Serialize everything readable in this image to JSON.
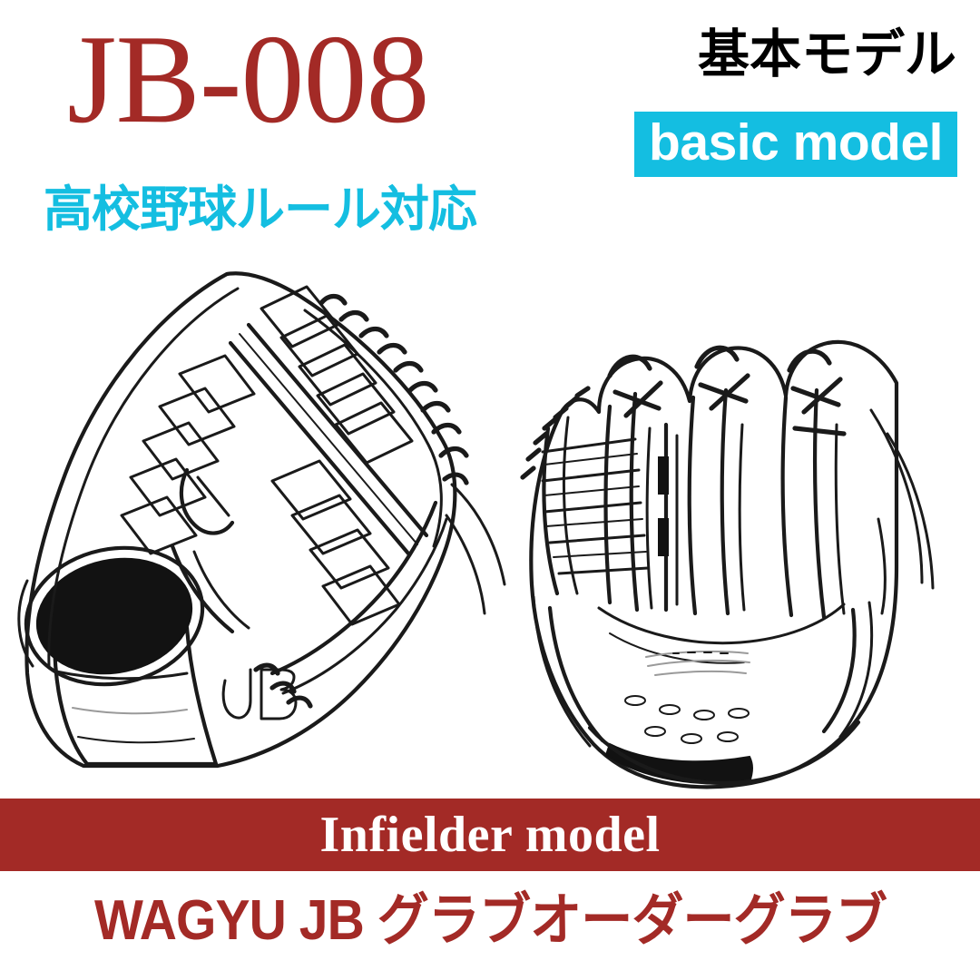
{
  "header": {
    "model_code": "JB-008",
    "rule_note": "高校野球ルール対応",
    "basic_model_jp": "基本モデル",
    "basic_model_en": "basic model"
  },
  "product": {
    "illustration_name": "baseball-glove-pair-line-drawing",
    "left_view_label": "back-of-glove-view",
    "right_view_label": "palm-of-glove-view",
    "logo_on_glove": "JB"
  },
  "footer": {
    "position_model": "Infielder model",
    "brand_line": "WAGYU JB グラブオーダーグラブ"
  },
  "colors": {
    "brand_red": "#A32A26",
    "accent_cyan": "#14BEE1",
    "text_black": "#000000",
    "background": "#FFFFFF",
    "line_art": "#1A1A1A"
  }
}
